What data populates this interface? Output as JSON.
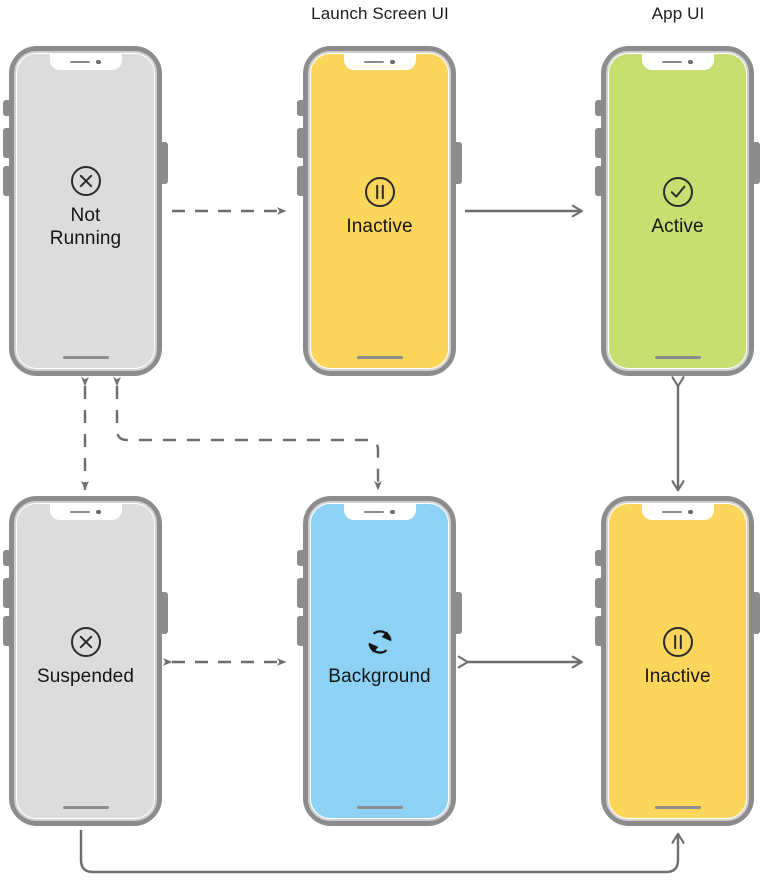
{
  "headers": {
    "launch_screen": "Launch Screen UI",
    "app_ui": "App UI"
  },
  "colors": {
    "not_running": "#DCDCDC",
    "inactive": "#FCD65A",
    "active": "#C6DF70",
    "suspended": "#DCDCDC",
    "background": "#8DD2F5",
    "frame": "#8C8C8C",
    "arrow": "#6E6E6E",
    "text": "#141414"
  },
  "phones": [
    {
      "id": "not-running",
      "label": "Not\nRunning",
      "icon": "x-circle-icon",
      "screen_color": "#DCDCDC",
      "column": "none",
      "row": "top"
    },
    {
      "id": "inactive-top",
      "label": "Inactive",
      "icon": "pause-circle-icon",
      "screen_color": "#FCD65A",
      "column": "Launch Screen UI",
      "row": "top"
    },
    {
      "id": "active",
      "label": "Active",
      "icon": "check-circle-icon",
      "screen_color": "#C6DF70",
      "column": "App UI",
      "row": "top"
    },
    {
      "id": "suspended",
      "label": "Suspended",
      "icon": "x-circle-icon",
      "screen_color": "#DCDCDC",
      "column": "none",
      "row": "bottom"
    },
    {
      "id": "background",
      "label": "Background",
      "icon": "sync-circle-icon",
      "screen_color": "#8DD2F5",
      "column": "none",
      "row": "bottom"
    },
    {
      "id": "inactive-bottom",
      "label": "Inactive",
      "icon": "pause-circle-icon",
      "screen_color": "#FCD65A",
      "column": "App UI",
      "row": "bottom"
    }
  ],
  "transitions": [
    {
      "id": "not-running-to-inactive",
      "from": "not-running",
      "to": "inactive-top",
      "style": "dashed",
      "direction": "one-way"
    },
    {
      "id": "inactive-to-active",
      "from": "inactive-top",
      "to": "active",
      "style": "solid",
      "direction": "one-way"
    },
    {
      "id": "not-running-suspended",
      "from": "not-running",
      "to": "suspended",
      "style": "dashed",
      "direction": "two-way"
    },
    {
      "id": "not-running-to-background",
      "from": "not-running",
      "to": "background",
      "style": "dashed",
      "direction": "two-way-elbow"
    },
    {
      "id": "active-inactive-bottom",
      "from": "active",
      "to": "inactive-bottom",
      "style": "solid",
      "direction": "two-way"
    },
    {
      "id": "suspended-background",
      "from": "suspended",
      "to": "background",
      "style": "dashed",
      "direction": "two-way"
    },
    {
      "id": "background-inactive-bottom",
      "from": "background",
      "to": "inactive-bottom",
      "style": "solid",
      "direction": "two-way"
    },
    {
      "id": "suspended-to-inactive-bottom",
      "from": "suspended",
      "to": "inactive-bottom",
      "style": "solid",
      "direction": "one-way"
    }
  ]
}
